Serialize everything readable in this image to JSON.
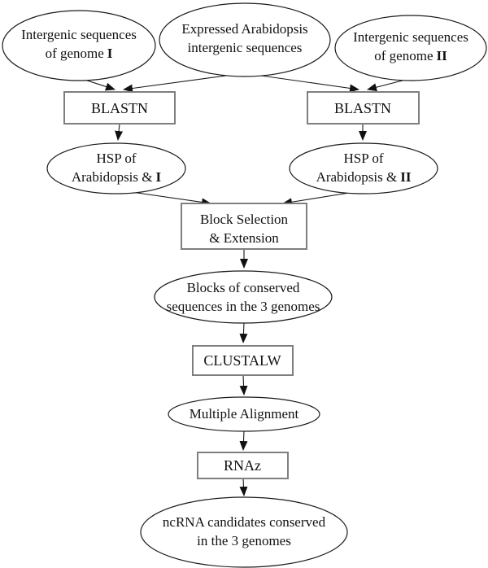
{
  "diagram": {
    "type": "flowchart",
    "colors": {
      "background": "#ffffff",
      "line": "#1a1a1a",
      "box_border": "#7f7f7f",
      "text": "#111111"
    },
    "nodes": {
      "intergenic1": {
        "line1": "Intergenic sequences",
        "line2": "of genome",
        "line2_bold": "I"
      },
      "expressed": {
        "line1": "Expressed Arabidopsis",
        "line2": "intergenic sequences"
      },
      "intergenic2": {
        "line1": "Intergenic sequences",
        "line2": "of genome",
        "line2_bold": "II"
      },
      "blastn_left": {
        "label": "BLASTN"
      },
      "blastn_right": {
        "label": "BLASTN"
      },
      "hsp1": {
        "line1": "HSP of",
        "line2": "Arabidopsis &",
        "line2_bold": "I"
      },
      "hsp2": {
        "line1": "HSP of",
        "line2": "Arabidopsis &",
        "line2_bold": "II"
      },
      "block_selection": {
        "line1": "Block Selection",
        "line2": "& Extension"
      },
      "blocks_conserved": {
        "line1": "Blocks of conserved",
        "line2": "sequences in the 3 genomes"
      },
      "clustalw": {
        "label": "CLUSTALW"
      },
      "multiple_alignment": {
        "label": "Multiple Alignment"
      },
      "rnaz": {
        "label": "RNAz"
      },
      "ncrna_candidates": {
        "line1": "ncRNA candidates conserved",
        "line2": "in the 3 genomes"
      }
    },
    "edges": [
      {
        "from": "intergenic1",
        "to": "blastn_left"
      },
      {
        "from": "expressed",
        "to": "blastn_left"
      },
      {
        "from": "expressed",
        "to": "blastn_right"
      },
      {
        "from": "intergenic2",
        "to": "blastn_right"
      },
      {
        "from": "blastn_left",
        "to": "hsp1"
      },
      {
        "from": "blastn_right",
        "to": "hsp2"
      },
      {
        "from": "hsp1",
        "to": "block_selection"
      },
      {
        "from": "hsp2",
        "to": "block_selection"
      },
      {
        "from": "block_selection",
        "to": "blocks_conserved"
      },
      {
        "from": "blocks_conserved",
        "to": "clustalw"
      },
      {
        "from": "clustalw",
        "to": "multiple_alignment"
      },
      {
        "from": "multiple_alignment",
        "to": "rnaz"
      },
      {
        "from": "rnaz",
        "to": "ncrna_candidates"
      }
    ]
  }
}
